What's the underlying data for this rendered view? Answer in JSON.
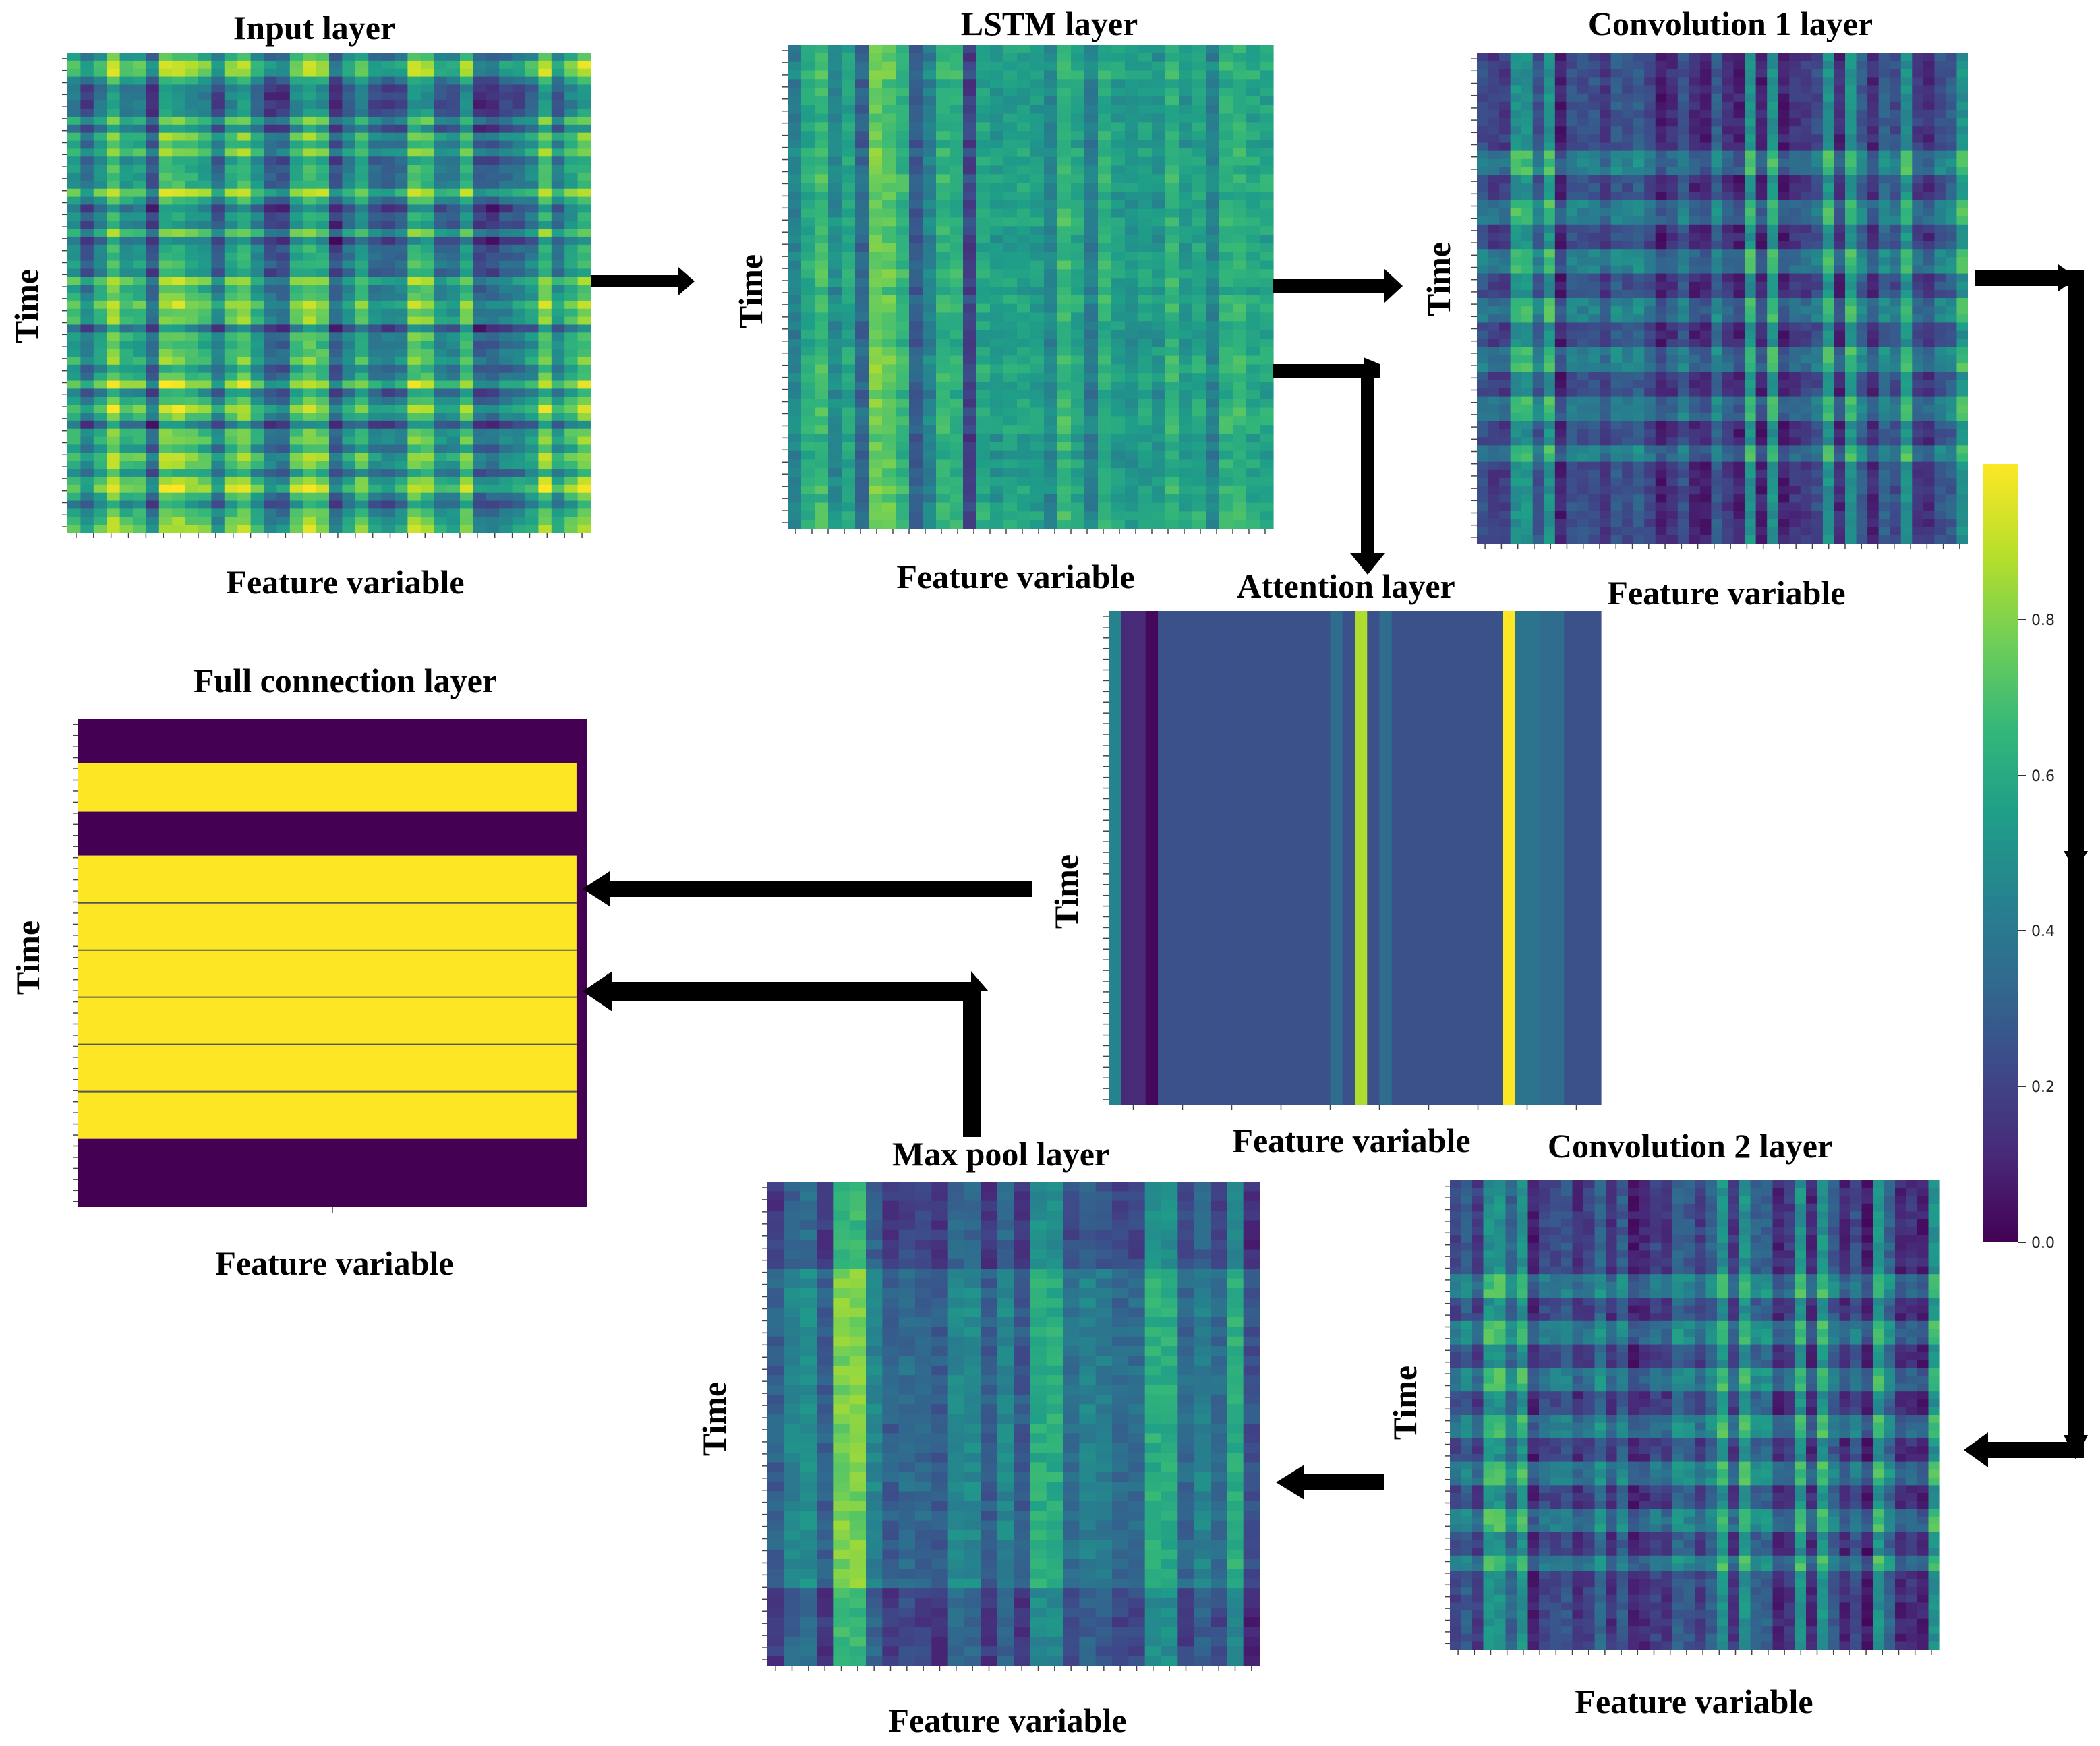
{
  "colorscale": {
    "name": "viridis",
    "stops": [
      "#440154",
      "#482878",
      "#3e4989",
      "#31688e",
      "#26828e",
      "#1f9e89",
      "#35b779",
      "#6ece58",
      "#b5de2b",
      "#fde725"
    ],
    "ticks": [
      "0.0",
      "0.2",
      "0.4",
      "0.6",
      "0.8"
    ],
    "range": [
      0,
      1
    ]
  },
  "panels": [
    {
      "id": "input",
      "title": "Input layer",
      "x_label": "Feature variable",
      "y_label": "Time"
    },
    {
      "id": "lstm",
      "title": "LSTM layer",
      "x_label": "Feature variable",
      "y_label": "Time"
    },
    {
      "id": "conv1",
      "title": "Convolution 1 layer",
      "x_label": "Feature variable",
      "y_label": "Time"
    },
    {
      "id": "attention",
      "title": "Attention layer",
      "x_label": "Feature variable",
      "y_label": "Time"
    },
    {
      "id": "fc",
      "title": "Full connection layer",
      "x_label": "Feature variable",
      "y_label": "Time"
    },
    {
      "id": "maxpool",
      "title": "Max pool layer",
      "x_label": "Feature variable",
      "y_label": "Time"
    },
    {
      "id": "conv2",
      "title": "Convolution 2 layer",
      "x_label": "Feature variable",
      "y_label": "Time"
    }
  ]
}
